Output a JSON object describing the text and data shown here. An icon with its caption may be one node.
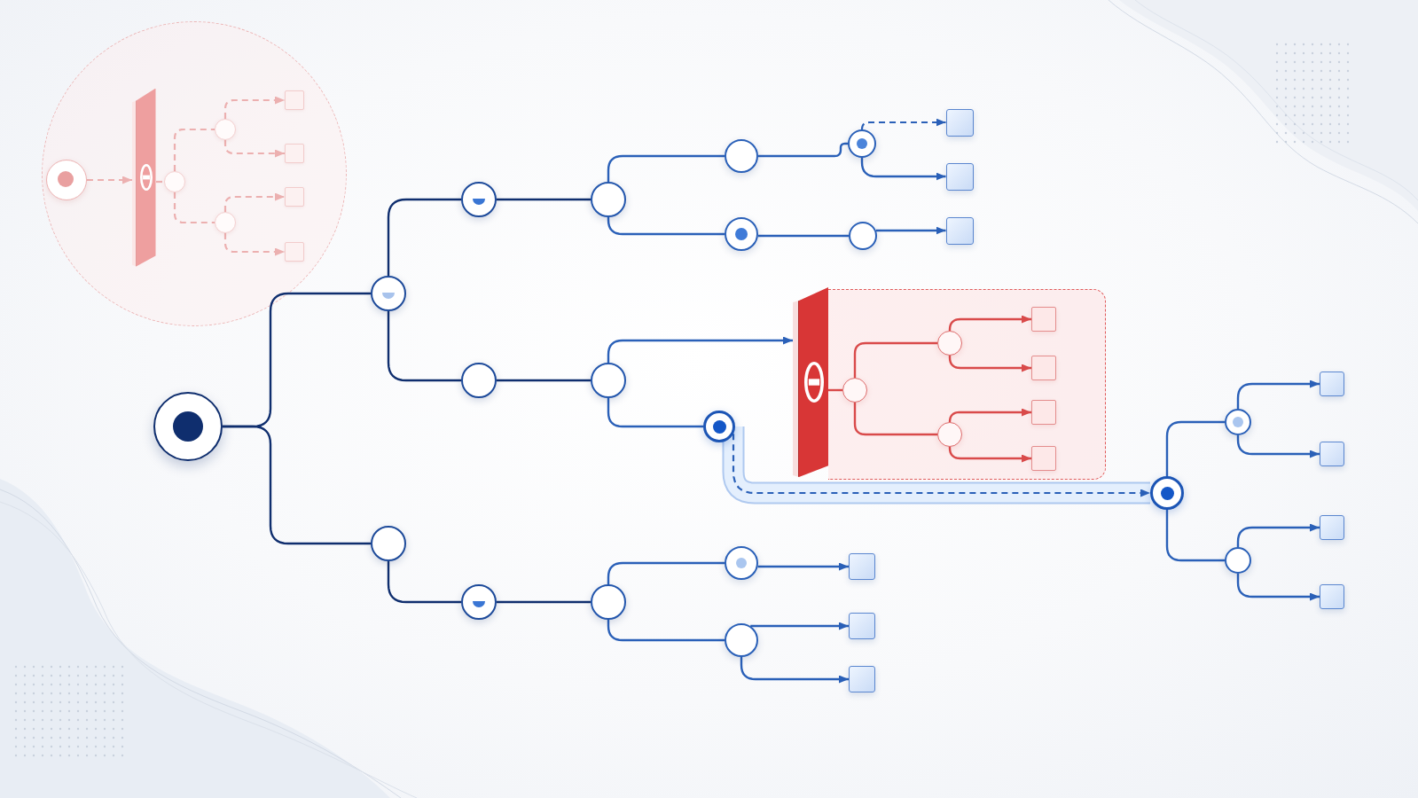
{
  "diagram": {
    "nodes": [
      {
        "text": [],
        "shape": "circle"
      },
      {
        "text": [],
        "shape": "circle",
        "in": 0
      },
      {
        "text": [],
        "shape": "bar",
        "in": 0
      },
      {
        "text": [],
        "shape": "circle",
        "in": 0
      },
      {
        "text": [],
        "shape": "circle",
        "in": 0
      },
      {
        "text": [],
        "shape": "box",
        "in": 0
      },
      {
        "text": [],
        "shape": "box",
        "in": 0
      },
      {
        "text": [],
        "shape": "circle",
        "in": 0
      },
      {
        "text": [],
        "shape": "box",
        "in": 0
      },
      {
        "text": [],
        "shape": "box",
        "in": 0
      },
      {
        "text": [],
        "shape": "circle"
      },
      {
        "text": [],
        "shape": "circle"
      },
      {
        "text": [],
        "shape": "circle"
      },
      {
        "text": [],
        "shape": "circle"
      },
      {
        "text": [],
        "shape": "circle"
      },
      {
        "text": [],
        "shape": "circle"
      },
      {
        "text": [],
        "shape": "box"
      },
      {
        "text": [],
        "shape": "box"
      },
      {
        "text": [],
        "shape": "circle"
      },
      {
        "text": [],
        "shape": "circle"
      },
      {
        "text": [],
        "shape": "box"
      },
      {
        "text": [],
        "shape": "circle"
      },
      {
        "text": [],
        "shape": "circle"
      },
      {
        "text": [],
        "shape": "bar"
      },
      {
        "text": [],
        "shape": "box"
      },
      {
        "text": [],
        "shape": "circle",
        "in": 24
      },
      {
        "text": [],
        "shape": "circle",
        "in": 24
      },
      {
        "text": [],
        "shape": "box",
        "in": 24
      },
      {
        "text": [],
        "shape": "box",
        "in": 24
      },
      {
        "text": [],
        "shape": "circle",
        "in": 24
      },
      {
        "text": [],
        "shape": "box",
        "in": 24
      },
      {
        "text": [],
        "shape": "box",
        "in": 24
      },
      {
        "text": [],
        "shape": "circle"
      },
      {
        "text": [],
        "shape": "circle"
      },
      {
        "text": [],
        "shape": "circle"
      },
      {
        "text": [],
        "shape": "box"
      },
      {
        "text": [],
        "shape": "box"
      },
      {
        "text": [],
        "shape": "circle"
      },
      {
        "text": [],
        "shape": "box"
      },
      {
        "text": [],
        "shape": "box"
      },
      {
        "text": [],
        "shape": "circle"
      },
      {
        "text": [],
        "shape": "circle"
      },
      {
        "text": [],
        "shape": "circle"
      },
      {
        "text": [],
        "shape": "circle"
      },
      {
        "text": [],
        "shape": "box"
      },
      {
        "text": [],
        "shape": "circle"
      },
      {
        "text": [],
        "shape": "box"
      },
      {
        "text": [],
        "shape": "box"
      }
    ],
    "edges": [
      {
        "from": 1,
        "to": 2,
        "arrow": "to",
        "style": "dashed",
        "color": "#ecb0b0"
      },
      {
        "from": 2,
        "to": 3,
        "arrow": "none",
        "style": "dashed",
        "color": "#ecb0b0"
      },
      {
        "from": 3,
        "to": 4,
        "arrow": "none",
        "style": "dashed",
        "color": "#ecb0b0"
      },
      {
        "from": 3,
        "to": 7,
        "arrow": "none",
        "style": "dashed",
        "color": "#ecb0b0"
      },
      {
        "from": 4,
        "to": 5,
        "arrow": "to",
        "style": "dashed",
        "color": "#ecb0b0"
      },
      {
        "from": 4,
        "to": 6,
        "arrow": "to",
        "style": "dashed",
        "color": "#ecb0b0"
      },
      {
        "from": 7,
        "to": 8,
        "arrow": "to",
        "style": "dashed",
        "color": "#ecb0b0"
      },
      {
        "from": 7,
        "to": 9,
        "arrow": "to",
        "style": "dashed",
        "color": "#ecb0b0"
      },
      {
        "from": 10,
        "to": 11,
        "arrow": "none",
        "color": "#0f2e6e"
      },
      {
        "from": 10,
        "to": 40,
        "arrow": "none",
        "color": "#0f2e6e"
      },
      {
        "from": 11,
        "to": 12,
        "arrow": "none",
        "color": "#0f2e6e"
      },
      {
        "from": 11,
        "to": 21,
        "arrow": "none",
        "color": "#0f2e6e"
      },
      {
        "from": 12,
        "to": 13,
        "arrow": "none",
        "color": "#0f2e6e"
      },
      {
        "from": 21,
        "to": 22,
        "arrow": "none",
        "color": "#0f2e6e"
      },
      {
        "from": 40,
        "to": 41,
        "arrow": "none",
        "color": "#0f2e6e"
      },
      {
        "from": 41,
        "to": 42,
        "arrow": "none",
        "color": "#0f2e6e"
      },
      {
        "from": 13,
        "to": 14,
        "arrow": "none"
      },
      {
        "from": 13,
        "to": 18,
        "arrow": "none"
      },
      {
        "from": 14,
        "to": 15,
        "arrow": "none"
      },
      {
        "from": 15,
        "to": 16,
        "arrow": "to",
        "style": "dashed"
      },
      {
        "from": 15,
        "to": 17,
        "arrow": "to"
      },
      {
        "from": 18,
        "to": 19,
        "arrow": "none"
      },
      {
        "from": 19,
        "to": 20,
        "arrow": "to"
      },
      {
        "from": 22,
        "to": 23,
        "arrow": "to"
      },
      {
        "from": 22,
        "to": 32,
        "arrow": "none"
      },
      {
        "from": 32,
        "to": 33,
        "arrow": "to",
        "style": "dashed"
      },
      {
        "from": 23,
        "to": 25,
        "arrow": "none",
        "color": "#d94a4a"
      },
      {
        "from": 25,
        "to": 26,
        "arrow": "none",
        "color": "#d94a4a"
      },
      {
        "from": 25,
        "to": 29,
        "arrow": "none",
        "color": "#d94a4a"
      },
      {
        "from": 26,
        "to": 27,
        "arrow": "to",
        "color": "#d94a4a"
      },
      {
        "from": 26,
        "to": 28,
        "arrow": "to",
        "color": "#d94a4a"
      },
      {
        "from": 29,
        "to": 30,
        "arrow": "to",
        "color": "#d94a4a"
      },
      {
        "from": 29,
        "to": 31,
        "arrow": "to",
        "color": "#d94a4a"
      },
      {
        "from": 33,
        "to": 34,
        "arrow": "none"
      },
      {
        "from": 33,
        "to": 37,
        "arrow": "none"
      },
      {
        "from": 34,
        "to": 35,
        "arrow": "to"
      },
      {
        "from": 34,
        "to": 36,
        "arrow": "to"
      },
      {
        "from": 37,
        "to": 38,
        "arrow": "to"
      },
      {
        "from": 37,
        "to": 39,
        "arrow": "to"
      },
      {
        "from": 42,
        "to": 43,
        "arrow": "none"
      },
      {
        "from": 42,
        "to": 45,
        "arrow": "none"
      },
      {
        "from": 43,
        "to": 44,
        "arrow": "to"
      },
      {
        "from": 45,
        "to": 46,
        "arrow": "to"
      },
      {
        "from": 45,
        "to": 47,
        "arrow": "to"
      }
    ]
  }
}
